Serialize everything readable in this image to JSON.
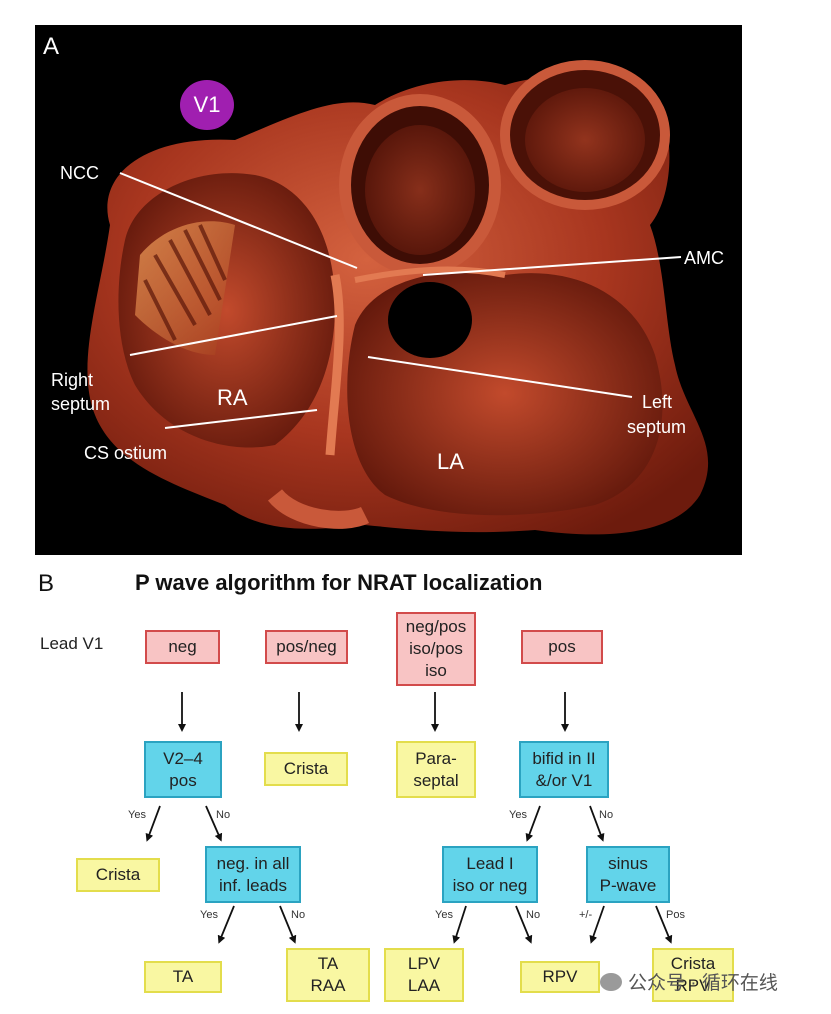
{
  "panel_a": {
    "letter": "A",
    "lead_badge": "V1",
    "labels": {
      "ncc": "NCC",
      "amc": "AMC",
      "right_septum_1": "Right",
      "right_septum_2": "septum",
      "left_septum_1": "Left",
      "left_septum_2": "septum",
      "cs_ostium": "CS ostium",
      "ra": "RA",
      "la": "LA"
    }
  },
  "panel_b": {
    "letter": "B",
    "title": "P wave algorithm for NRAT localization",
    "lead_label": "Lead V1",
    "row1": {
      "neg": "neg",
      "pos_neg": "pos/neg",
      "mixed_1": "neg/pos",
      "mixed_2": "iso/pos",
      "mixed_3": "iso",
      "pos": "pos"
    },
    "row2": {
      "v24_1": "V2–4",
      "v24_2": "pos",
      "crista": "Crista",
      "para_1": "Para-",
      "para_2": "septal",
      "bifid_1": "bifid in II",
      "bifid_2": "&/or V1"
    },
    "row3": {
      "crista": "Crista",
      "neg_all_1": "neg. in all",
      "neg_all_2": "inf. leads",
      "lead1_1": "Lead I",
      "lead1_2": "iso or neg",
      "sinus_1": "sinus",
      "sinus_2": "P-wave"
    },
    "row4": {
      "ta": "TA",
      "ta_raa_1": "TA",
      "ta_raa_2": "RAA",
      "lpv_1": "LPV",
      "lpv_2": "LAA",
      "rpv": "RPV",
      "crista_rpv_1": "Crista",
      "crista_rpv_2": "RPV"
    },
    "decisions": {
      "yes": "Yes",
      "no": "No",
      "pm": "+/-",
      "pos": "Pos"
    }
  },
  "watermark": "公众号 · 循环在线",
  "colors": {
    "pink_fill": "#f8c4c4",
    "pink_border": "#d24b4b",
    "blue_fill": "#62d4ea",
    "yellow_fill": "#f9f7a2",
    "badge": "#a01fb0",
    "tissue": "#a8361f"
  }
}
